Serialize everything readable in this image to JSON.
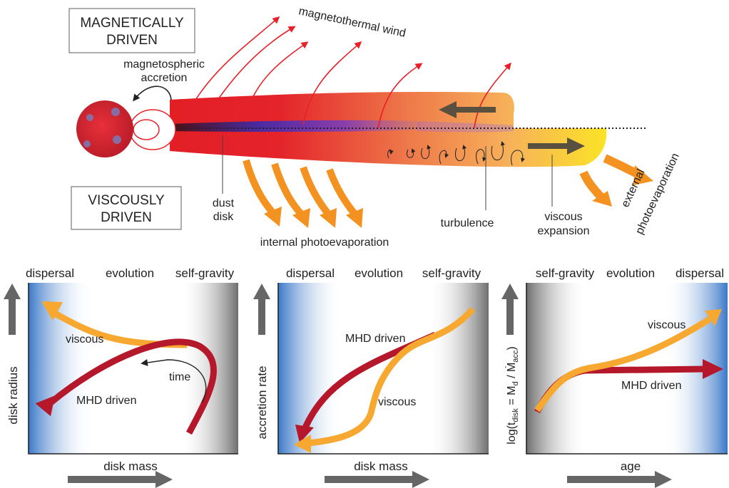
{
  "top": {
    "box_magnetic": [
      "MAGNETICALLY",
      "DRIVEN"
    ],
    "box_viscous": [
      "VISCOUSLY",
      "DRIVEN"
    ],
    "magnetothermal_wind": "magnetothermal wind",
    "magnetospheric_accretion": [
      "magnetospheric",
      "accretion"
    ],
    "dust_disk": [
      "dust",
      "disk"
    ],
    "internal_photoevaporation": "internal photoevaporation",
    "turbulence": "turbulence",
    "viscous_expansion": [
      "viscous",
      "expansion"
    ],
    "external_photoevaporation": [
      "external",
      "photoevaporation"
    ]
  },
  "panels": [
    {
      "headers": [
        "dispersal",
        "evolution",
        "self-gravity"
      ],
      "ylabel": "disk radius",
      "xlabel": "disk mass",
      "labels": {
        "viscous": "viscous",
        "mhd": "MHD driven",
        "time": "time"
      }
    },
    {
      "headers": [
        "dispersal",
        "evolution",
        "self-gravity"
      ],
      "ylabel": "accretion rate",
      "xlabel": "disk mass",
      "labels": {
        "viscous": "viscous",
        "mhd": "MHD driven"
      }
    },
    {
      "headers": [
        "self-gravity",
        "evolution",
        "dispersal"
      ],
      "ylabel_parts": [
        "log(t",
        "disk",
        " = M",
        "d",
        " / Ṁ",
        "acc",
        ")"
      ],
      "xlabel": "age",
      "labels": {
        "viscous": "viscous",
        "mhd": "MHD driven"
      }
    }
  ],
  "colors": {
    "mhd": "#b5182b",
    "viscous": "#f7a830",
    "arrow_gray": "#666666",
    "wind": "#e8202a",
    "photoevap": "#f39220",
    "disk_red": "#e31f26",
    "disk_yellow": "#fbe326",
    "dispersal_blue": "#3a78c8",
    "selfgravity_gray": "#7a7a7a"
  }
}
